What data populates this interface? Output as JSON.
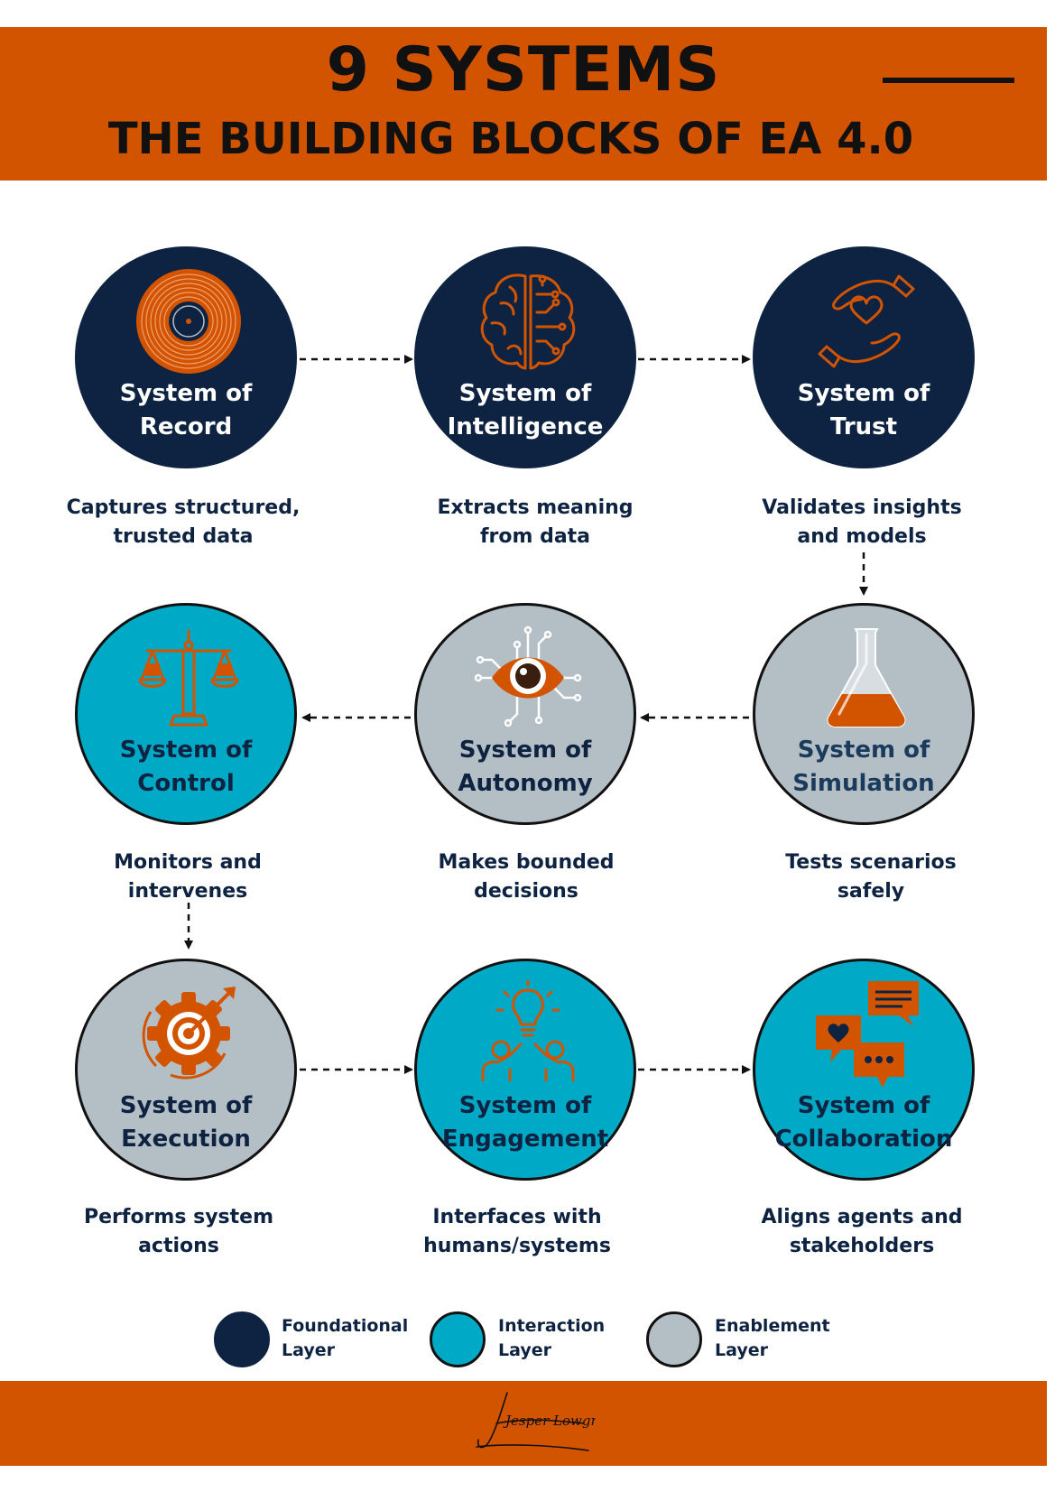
{
  "header": {
    "title": "9 SYSTEMS",
    "subtitle": "THE BUILDING BLOCKS OF EA 4.0"
  },
  "colors": {
    "brand_orange": "#d35400",
    "foundational": "#0e2341",
    "interaction": "#00a9c5",
    "enablement": "#b4bec5",
    "icon_orange": "#d35400"
  },
  "systems": [
    {
      "line1": "System of",
      "line2": "Record",
      "desc1": "Captures structured,",
      "desc2": "trusted data",
      "layer": "foundational",
      "icon": "vinyl-record-icon"
    },
    {
      "line1": "System of",
      "line2": "Intelligence",
      "desc1": "Extracts meaning",
      "desc2": "from data",
      "layer": "foundational",
      "icon": "brain-circuit-icon"
    },
    {
      "line1": "System of",
      "line2": "Trust",
      "desc1": "Validates insights",
      "desc2": "and models",
      "layer": "foundational",
      "icon": "hands-heart-icon"
    },
    {
      "line1": "System of",
      "line2": "Control",
      "desc1": "Monitors and",
      "desc2": "intervenes",
      "layer": "interaction",
      "icon": "scales-icon"
    },
    {
      "line1": "System of",
      "line2": "Autonomy",
      "desc1": "Makes bounded",
      "desc2": "decisions",
      "layer": "enablement",
      "icon": "circuit-eye-icon"
    },
    {
      "line1": "System of",
      "line2": "Simulation",
      "desc1": "Tests scenarios",
      "desc2": "safely",
      "layer": "enablement",
      "icon": "flask-icon"
    },
    {
      "line1": "System of",
      "line2": "Execution",
      "desc1": "Performs system",
      "desc2": "actions",
      "layer": "enablement",
      "icon": "gear-target-icon"
    },
    {
      "line1": "System of",
      "line2": "Engagement",
      "desc1": "Interfaces with",
      "desc2": "humans/systems",
      "layer": "interaction",
      "icon": "people-lightbulb-icon"
    },
    {
      "line1": "System of",
      "line2": "Collaboration",
      "desc1": "Aligns agents and",
      "desc2": "stakeholders",
      "layer": "interaction",
      "icon": "chat-bubbles-icon"
    }
  ],
  "legend": [
    {
      "line1": "Foundational",
      "line2": "Layer"
    },
    {
      "line1": "Interaction",
      "line2": "Layer"
    },
    {
      "line1": "Enablement",
      "line2": "Layer"
    }
  ],
  "footer": {
    "signature": "Jesper Lowgren"
  }
}
